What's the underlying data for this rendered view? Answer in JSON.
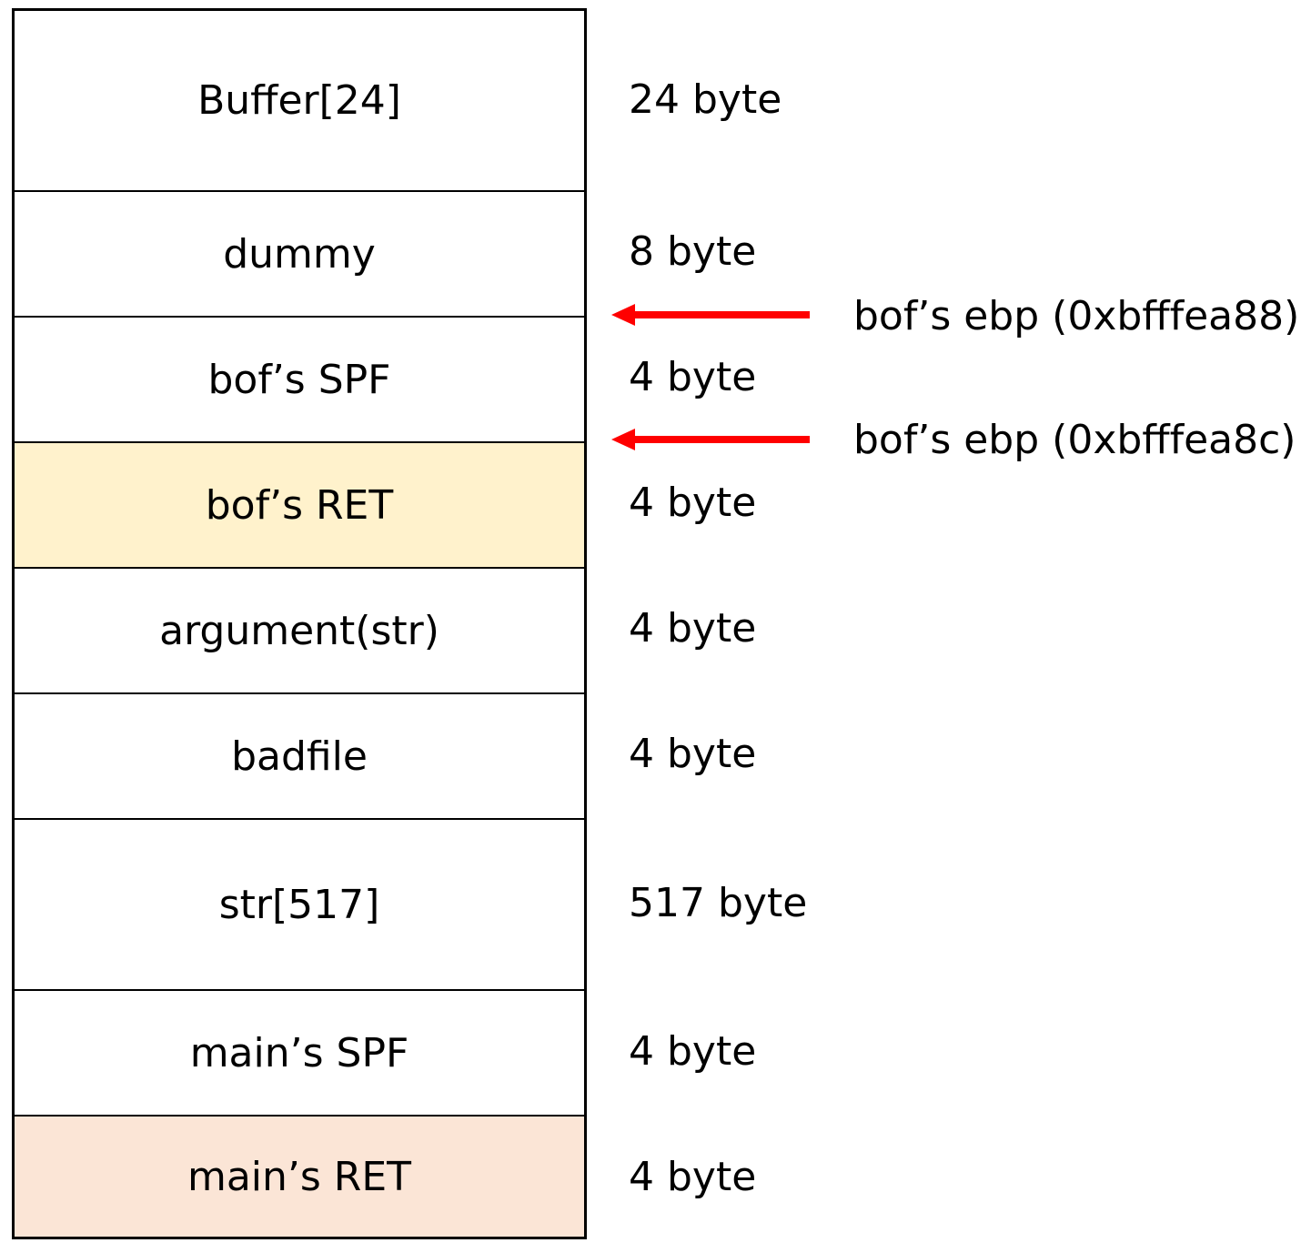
{
  "colors": {
    "ret_highlight": "#FFF2CC",
    "main_ret_highlight": "#FBE5D6",
    "arrow": "#FF0000",
    "border": "#000000"
  },
  "stack_cells": [
    {
      "label": "Buffer[24]",
      "size": "24 byte"
    },
    {
      "label": "dummy",
      "size": "8 byte"
    },
    {
      "label": "bof’s SPF",
      "size": "4 byte"
    },
    {
      "label": "bof’s RET",
      "size": "4 byte"
    },
    {
      "label": "argument(str)",
      "size": "4 byte"
    },
    {
      "label": "badfile",
      "size": "4 byte"
    },
    {
      "label": "str[517]",
      "size": "517 byte"
    },
    {
      "label": "main’s SPF",
      "size": "4 byte"
    },
    {
      "label": "main’s RET",
      "size": "4 byte"
    }
  ],
  "pointers": [
    {
      "label": "bof’s ebp (0xbfffea88)",
      "arrow_icon": "arrow-left-icon"
    },
    {
      "label": "bof’s ebp (0xbfffea8c)",
      "arrow_icon": "arrow-left-icon"
    }
  ]
}
